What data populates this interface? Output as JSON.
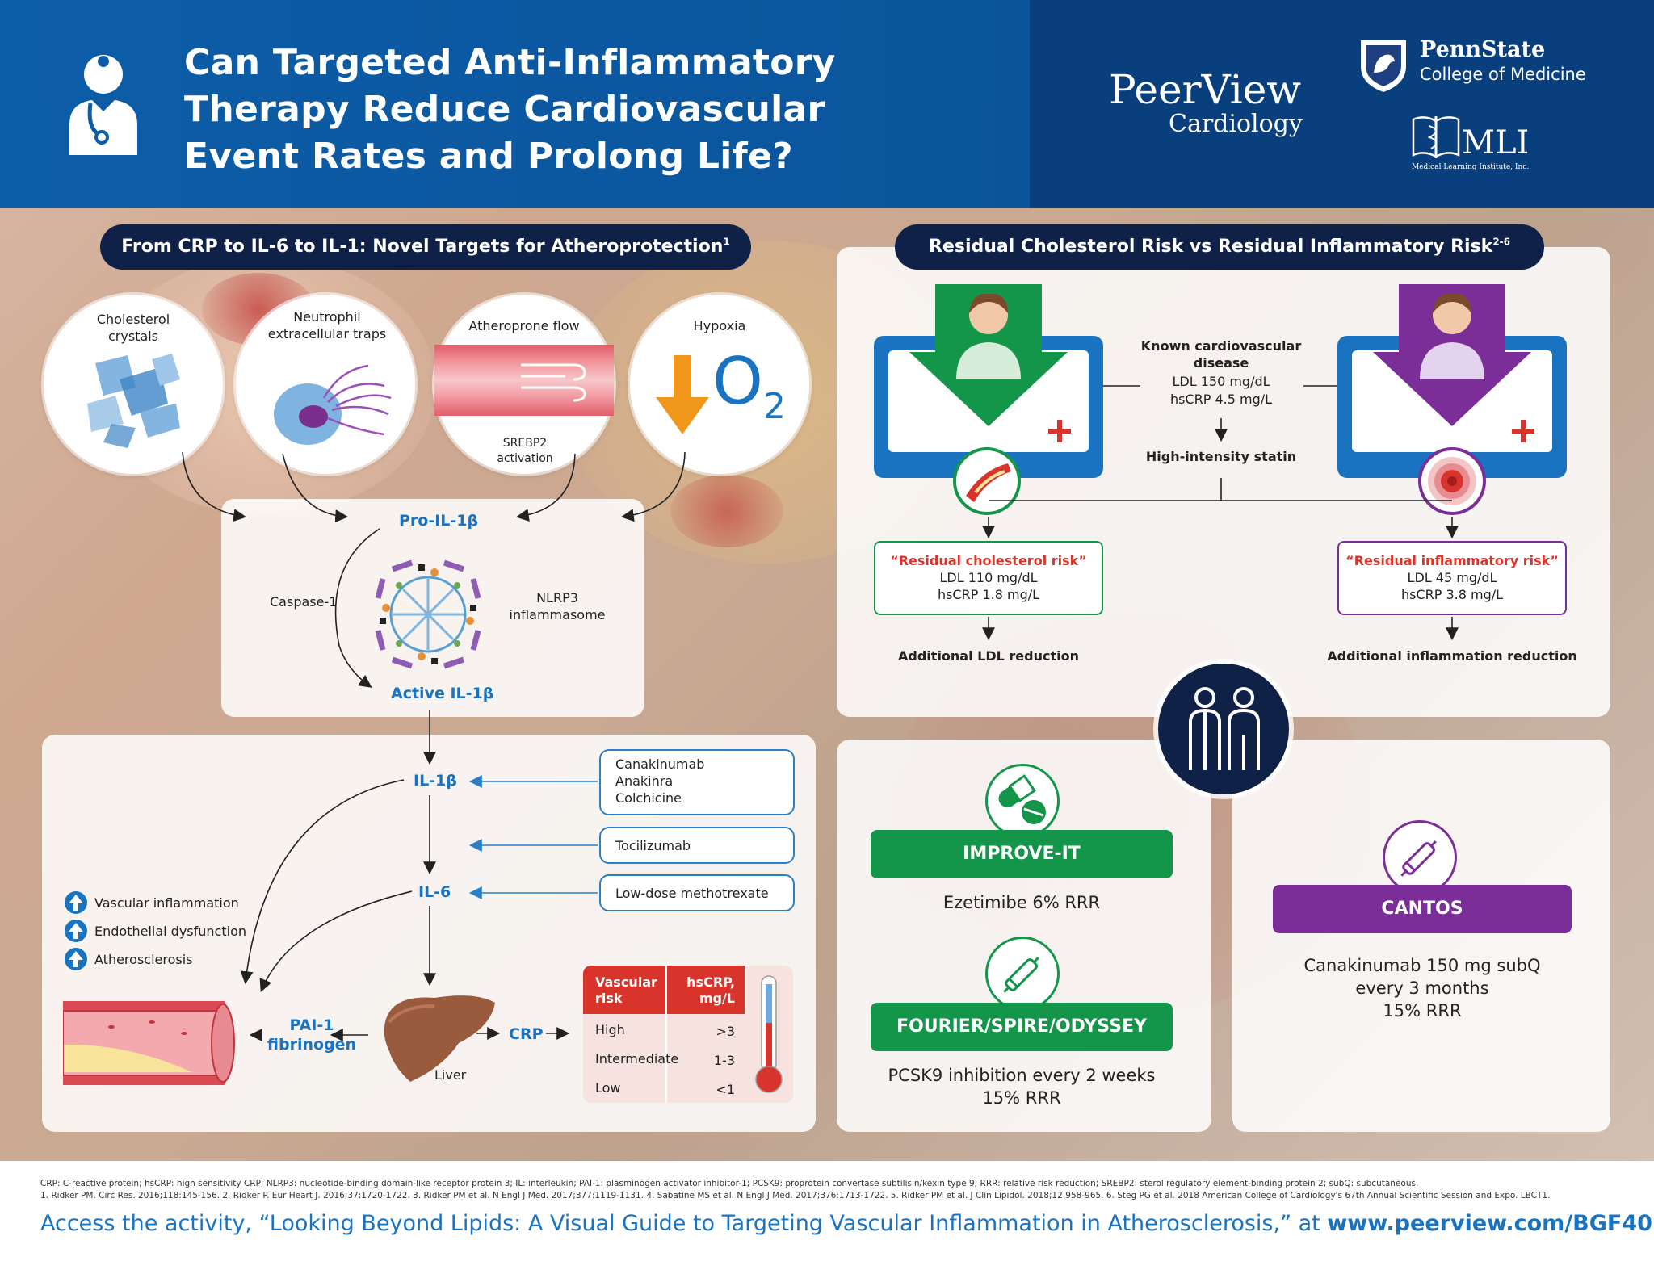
{
  "header": {
    "title_lines": [
      "Can Targeted Anti-Inflammatory",
      "Therapy Reduce Cardiovascular",
      "Event Rates and Prolong Life?"
    ],
    "logo_peerview": "PeerView",
    "logo_peerview_sub": "Cardiology",
    "logo_pennstate": "PennState",
    "logo_pennstate_sub": "College of Medicine",
    "logo_mli": "MLI",
    "logo_mli_sub": "Medical Learning Institute, Inc."
  },
  "left": {
    "heading": "From CRP to IL-6 to IL-1: Novel Targets for Atheroprotection",
    "heading_ref": "1",
    "triggers": [
      {
        "label": "Cholesterol crystals"
      },
      {
        "label": "Neutrophil extracellular traps"
      },
      {
        "label": "Atheroprone flow",
        "sub": "SREBP2 activation"
      },
      {
        "label": "Hypoxia",
        "symbol": "O",
        "subscript": "2"
      }
    ],
    "pro_il1b": "Pro-IL-1β",
    "caspase": "Caspase-1",
    "nlrp3": "NLRP3 inflammasome",
    "active_il1b": "Active IL-1β",
    "il1b": "IL-1β",
    "il6": "IL-6",
    "drugs": [
      {
        "names": [
          "Canakinumab",
          "Anakinra",
          "Colchicine"
        ]
      },
      {
        "names": [
          "Tocilizumab"
        ]
      },
      {
        "names": [
          "Low-dose methotrexate"
        ]
      }
    ],
    "outcomes": [
      "Vascular inflammation",
      "Endothelial dysfunction",
      "Atherosclerosis"
    ],
    "pai": "PAI-1 fibrinogen",
    "liver": "Liver",
    "crp": "CRP",
    "table": {
      "headers": [
        "Vascular risk",
        "hsCRP, mg/L"
      ],
      "rows": [
        {
          "risk": "High",
          "value": ">3"
        },
        {
          "risk": "Intermediate",
          "value": "1-3"
        },
        {
          "risk": "Low",
          "value": "<1"
        }
      ]
    }
  },
  "right": {
    "heading": "Residual Cholesterol Risk vs Residual Inflammatory Risk",
    "heading_ref": "2-6",
    "center_title": "Known cardiovascular disease",
    "center_ldl": "LDL 150 mg/dL",
    "center_crp": "hsCRP 4.5 mg/L",
    "statin": "High-intensity statin",
    "chol_box": {
      "title": "“Residual cholesterol risk”",
      "ldl": "LDL 110 mg/dL",
      "crp": "hsCRP 1.8 mg/L"
    },
    "infl_box": {
      "title": "“Residual inflammatory risk”",
      "ldl": "LDL 45 mg/dL",
      "crp": "hsCRP 3.8 mg/L"
    },
    "chol_action": "Additional LDL reduction",
    "infl_action": "Additional inflammation reduction",
    "trials": {
      "improve": {
        "name": "IMPROVE-IT",
        "text": "Ezetimibe 6% RRR"
      },
      "fourier": {
        "name": "FOURIER/SPIRE/ODYSSEY",
        "text_lines": [
          "PCSK9 inhibition every 2 weeks",
          "15% RRR"
        ]
      },
      "cantos": {
        "name": "CANTOS",
        "text_lines": [
          "Canakinumab 150 mg subQ",
          "every 3 months",
          "15% RRR"
        ]
      }
    }
  },
  "footer": {
    "abbrev": "CRP: C-reactive protein; hsCRP: high sensitivity CRP; NLRP3: nucleotide-binding domain-like receptor protein 3; IL: interleukin; PAI-1: plasminogen activator inhibitor-1; PCSK9: proprotein convertase subtilisin/kexin type 9; RRR: relative risk reduction; SREBP2: sterol regulatory element-binding protein 2; subQ: subcutaneous.",
    "refs": "1. Ridker PM. Circ Res. 2016;118:145-156. 2. Ridker P. Eur Heart J. 2016;37:1720-1722. 3. Ridker PM et al. N Engl J Med. 2017;377:1119-1131. 4. Sabatine MS et al. N Engl J Med. 2017;376:1713-1722. 5. Ridker PM et al. J Clin Lipidol. 2018;12:958-965. 6. Steg PG et al. 2018 American College of Cardiology's 67th Annual Scientific Session and Expo. LBCT1.",
    "access_text": "Access the activity, “Looking Beyond Lipids: A Visual Guide to Targeting Vascular Inflammation in Atherosclerosis,” at ",
    "access_url": "www.peerview.com/BGF40."
  },
  "colors": {
    "header_blue": "#0c5da8",
    "navy": "#0f2147",
    "accent_blue": "#1a73c0",
    "green": "#14964a",
    "purple": "#7b2e97",
    "red": "#d9342b"
  }
}
